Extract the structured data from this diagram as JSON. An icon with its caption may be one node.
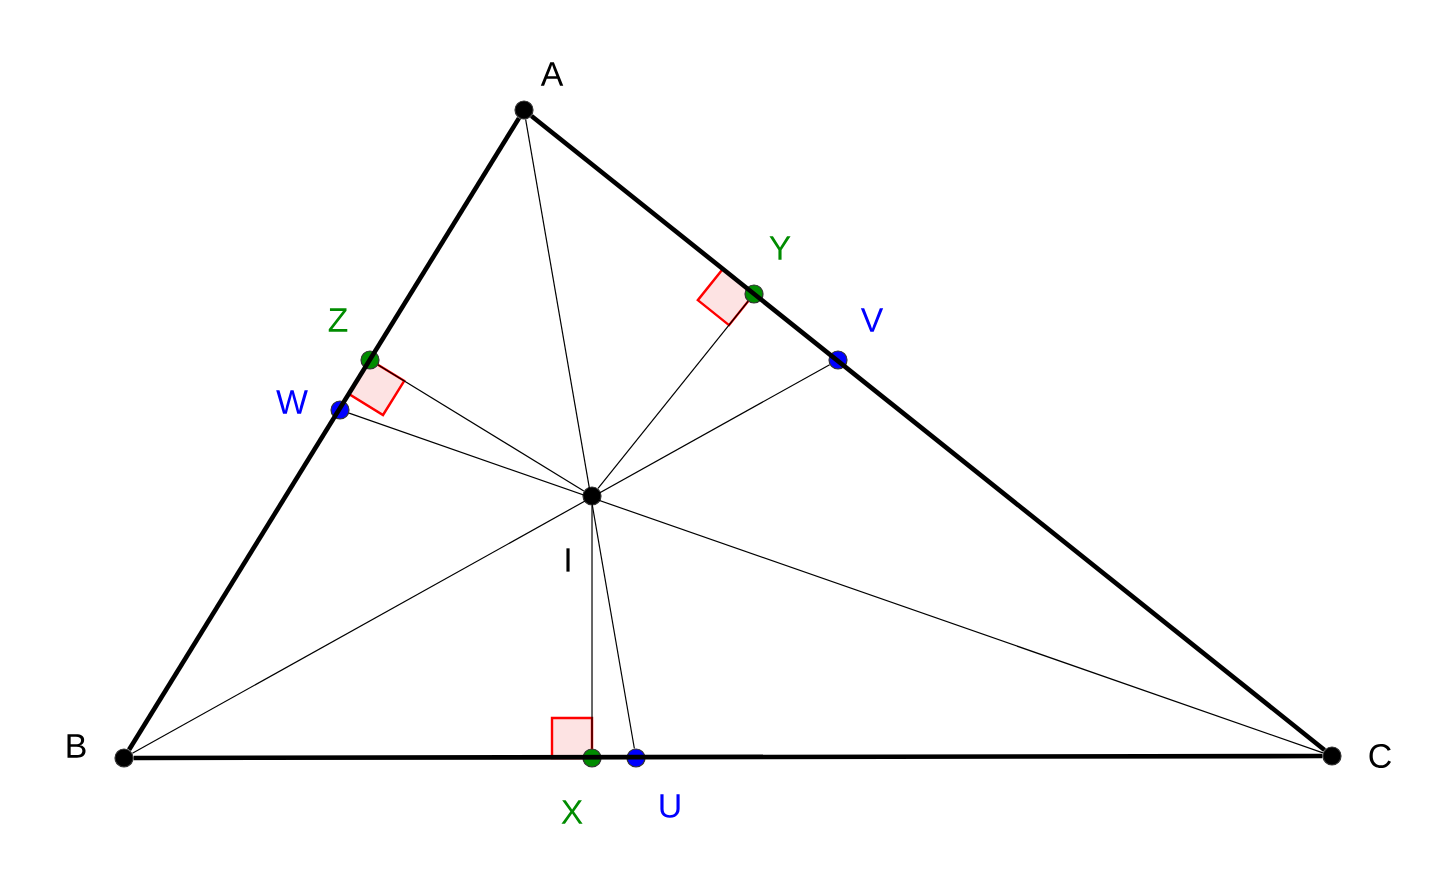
{
  "diagram": {
    "nodes": [
      {
        "text": [],
        "shape": "circle",
        "beside": [
          "A"
        ]
      },
      {
        "text": [],
        "shape": "circle",
        "beside": [
          "B"
        ]
      },
      {
        "text": [],
        "shape": "circle",
        "beside": [
          "C"
        ]
      },
      {
        "text": [],
        "shape": "circle",
        "beside": [
          "I"
        ]
      },
      {
        "text": [],
        "shape": "circle",
        "beside": [
          "Z"
        ]
      },
      {
        "text": [],
        "shape": "circle",
        "beside": [
          "W"
        ]
      },
      {
        "text": [],
        "shape": "circle",
        "beside": [
          "Y"
        ]
      },
      {
        "text": [],
        "shape": "circle",
        "beside": [
          "V"
        ]
      },
      {
        "text": [],
        "shape": "circle",
        "beside": [
          "X"
        ]
      },
      {
        "text": [],
        "shape": "circle",
        "beside": [
          "U"
        ]
      }
    ],
    "edges": [
      {
        "from": 0,
        "to": 1,
        "arrow": "none",
        "style": "thick"
      },
      {
        "from": 1,
        "to": 2,
        "arrow": "none",
        "style": "thick"
      },
      {
        "from": 2,
        "to": 0,
        "arrow": "none",
        "style": "thick"
      },
      {
        "from": 0,
        "to": 9,
        "arrow": "none"
      },
      {
        "from": 1,
        "to": 7,
        "arrow": "none"
      },
      {
        "from": 2,
        "to": 5,
        "arrow": "none"
      },
      {
        "from": 3,
        "to": 8,
        "arrow": "none"
      },
      {
        "from": 3,
        "to": 6,
        "arrow": "none"
      },
      {
        "from": 3,
        "to": 4,
        "arrow": "none"
      }
    ]
  }
}
